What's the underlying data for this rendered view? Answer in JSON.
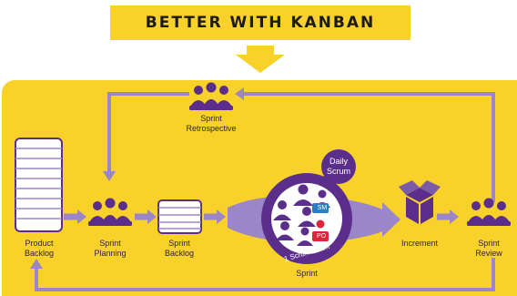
{
  "banner": {
    "title": "BETTER WITH KANBAN"
  },
  "labels": {
    "product_backlog": "Product\nBacklog",
    "sprint_planning": "Sprint\nPlanning",
    "sprint_backlog": "Sprint\nBacklog",
    "sprint_retrospective": "Sprint\nRetrospective",
    "daily_scrum": "Daily\nScrum",
    "scrum_team": "1 Scrum Team",
    "sprint": "Sprint",
    "increment": "Increment",
    "sprint_review": "Sprint\nReview",
    "sm_badge": "SM",
    "po_badge": "PO"
  },
  "colors": {
    "banner": "#f8d12a",
    "board": "#f8d12a",
    "primary": "#5b2e8c",
    "flow": "#9b87c7",
    "sm": "#2a7fc1",
    "po": "#d9263c"
  }
}
